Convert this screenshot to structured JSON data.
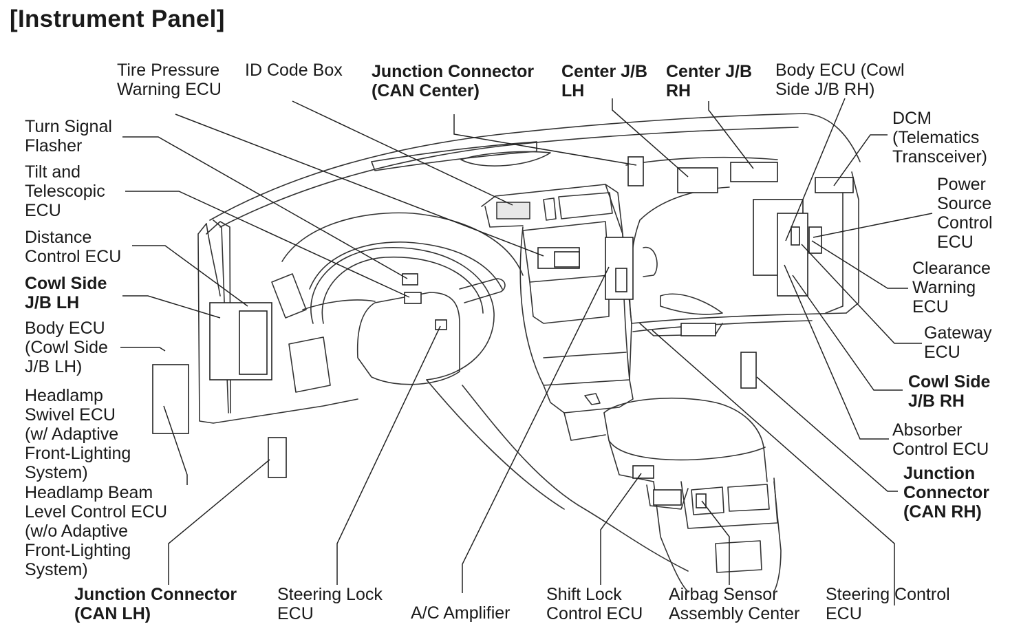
{
  "title": "[Instrument Panel]",
  "labels": {
    "tire_pressure": "Tire Pressure\nWarning ECU",
    "id_code_box": "ID Code Box",
    "jc_can_center": "Junction Connector\n(CAN Center)",
    "center_jb_lh": "Center J/B\nLH",
    "center_jb_rh": "Center J/B\nRH",
    "body_ecu_rh": "Body ECU (Cowl\nSide J/B RH)",
    "dcm": "DCM\n(Telematics\nTransceiver)",
    "power_source": "Power\nSource\nControl\nECU",
    "clearance_warning": "Clearance\nWarning\nECU",
    "gateway": "Gateway\nECU",
    "cowl_jb_rh": "Cowl Side\nJ/B RH",
    "absorber": "Absorber\nControl ECU",
    "jc_can_rh": "Junction\nConnector\n(CAN RH)",
    "turn_signal": "Turn Signal\nFlasher",
    "tilt_telescopic": "Tilt and\nTelescopic\nECU",
    "distance_control": "Distance\nControl ECU",
    "cowl_jb_lh": "Cowl Side\nJ/B LH",
    "body_ecu_lh": "Body ECU\n(Cowl Side\nJ/B LH)",
    "headlamp_swivel": "Headlamp\nSwivel ECU\n(w/ Adaptive\nFront-Lighting\nSystem)",
    "headlamp_beam": "Headlamp Beam\nLevel Control ECU\n(w/o Adaptive\nFront-Lighting\nSystem)",
    "jc_can_lh": "Junction Connector\n(CAN LH)",
    "steering_lock": "Steering Lock\nECU",
    "ac_amplifier": "A/C Amplifier",
    "shift_lock": "Shift Lock\nControl ECU",
    "airbag_sensor": "Airbag Sensor\nAssembly Center",
    "steering_control": "Steering Control\nECU"
  }
}
